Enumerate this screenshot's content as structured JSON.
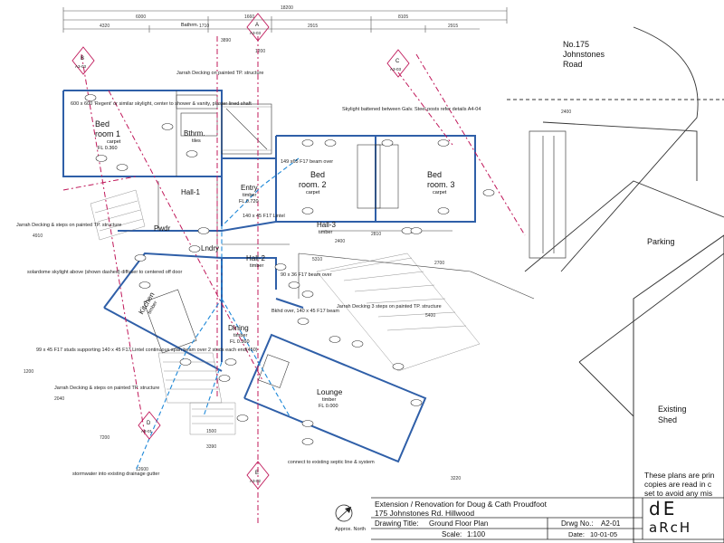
{
  "site": {
    "address_lines": [
      "No.175",
      "Johnstones",
      "Road"
    ],
    "parking": "Parking",
    "existing_shed_lines": [
      "Existing",
      "Shed"
    ]
  },
  "rooms": {
    "bed1": {
      "name_lines": [
        "Bed",
        "room 1"
      ],
      "floor": "carpet",
      "level": "FL 0.360"
    },
    "bed2": {
      "name_lines": [
        "Bed",
        "room. 2"
      ],
      "floor": "carpet"
    },
    "bed3": {
      "name_lines": [
        "Bed",
        "room. 3"
      ],
      "floor": "carpet"
    },
    "bathroom": {
      "name": "Bthrm.",
      "floor": "tiles"
    },
    "hall1": {
      "name": "Hall-1"
    },
    "hall2": {
      "name": "Hall-2",
      "floor": "timber"
    },
    "hall3": {
      "name": "Hall-3",
      "floor": "timber"
    },
    "entry": {
      "name": "Entry",
      "floor": "timber",
      "level": "FL 0.720"
    },
    "kitchen": {
      "name": "Kitchen",
      "floor": "timber"
    },
    "dining": {
      "name": "Dining",
      "floor": "timber",
      "level": "FL 0.360"
    },
    "lounge": {
      "name": "Lounge",
      "floor": "timber",
      "level": "FL 0.000"
    },
    "powder": {
      "name": "Pwdr"
    },
    "laundry": {
      "name": "Lndry"
    },
    "bath_label": "Bathrm."
  },
  "dimensions": {
    "top_overall": "18200",
    "top_segments": [
      "6000",
      "1660",
      "8105"
    ],
    "second_row": [
      "4320",
      "1710",
      "2915",
      "2915"
    ],
    "misc": [
      "3890",
      "1200",
      "2400",
      "2810",
      "2700",
      "5310",
      "3390",
      "1500",
      "1200",
      "2040",
      "7200",
      "12600",
      "5400",
      "3220",
      "4910",
      "2400"
    ]
  },
  "notes": [
    "Jarrah Decking on painted TP. structure",
    "Skylight battened between Galv. Steel posts refer details A4-04",
    "Jarrah Decking & steps on painted TP. structure",
    "solardome skylight above (shown dashed) diffuser to centered off door",
    "149 x65 F17 beam over",
    "140 x 45 F17 Lintel",
    "90 x 36 F17 beam over",
    "Jarrah Decking 3 steps on painted TP. structure",
    "99 x 45 F17 studs supporting 140 x 45 F17 Lintel continuous span beam over 2 studs each end(450)",
    "Jarrah Decking & steps on painted TP. structure",
    "stormwater into existing drainage gutter",
    "connect to existing septic line & system",
    "600 x 600 'Regent' or similar skylight, center to shower & vanity, plaster lined shaft",
    "Bkhd over, 140 x 45 F17 beam"
  ],
  "section_markers": [
    {
      "letter": "A",
      "sheet": "A3-03"
    },
    {
      "letter": "B",
      "sheet": "A3-03"
    },
    {
      "letter": "C",
      "sheet": "A3-03"
    },
    {
      "letter": "D",
      "sheet": "A3-01"
    },
    {
      "letter": "E",
      "sheet": "A3-02"
    }
  ],
  "north": {
    "label": "Approx. North"
  },
  "title_block": {
    "project": "Extension / Renovation for Doug & Cath Proudfoot",
    "address": "175 Johnstones Rd. Hillwood",
    "drawing_title_label": "Drawing Title:",
    "drawing_title": "Ground Floor Plan",
    "drawing_no_label": "Drwg No.:",
    "drawing_no": "A2-01",
    "scale_label": "Scale:",
    "scale": "1:100",
    "date_label": "Date:",
    "date": "10-01-05",
    "logo_lines": [
      "dE",
      "aRcH"
    ]
  },
  "disclaimer_lines": [
    "These plans are prin",
    "copies are read in c",
    "set to avoid any mis"
  ],
  "colors": {
    "wall": "#2f5fa8",
    "section_line": "#c0185a",
    "plumbing_line": "#1e88d8",
    "linework": "#3a3a3a"
  }
}
